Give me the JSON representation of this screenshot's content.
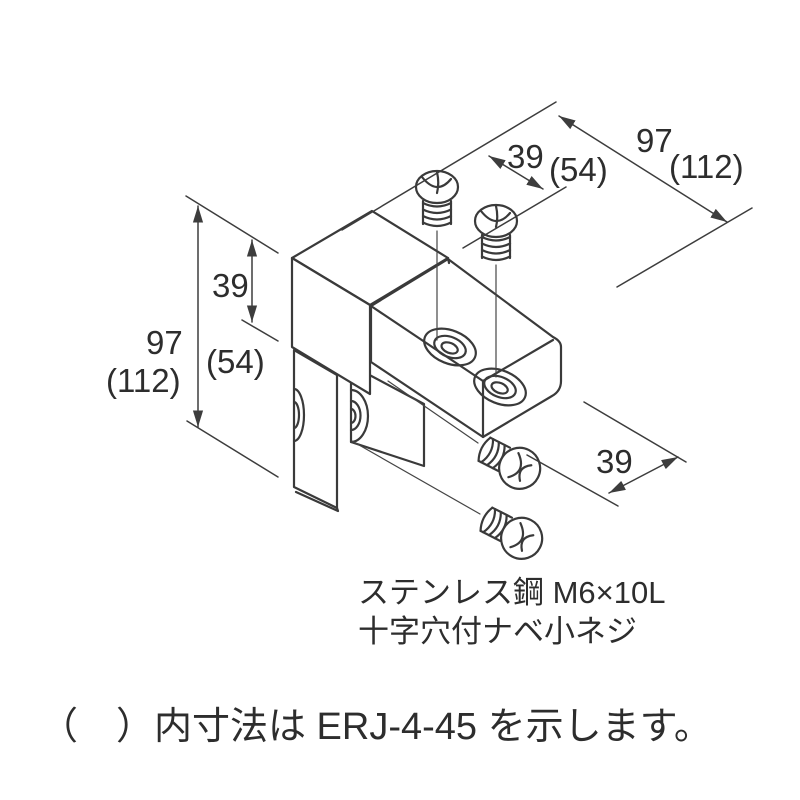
{
  "page": {
    "background": "#ffffff",
    "line_color": "#3a3a3a"
  },
  "drawing": {
    "dimensions": {
      "top_hole_pitch": "39",
      "top_hole_pitch_alt": "(54)",
      "top_length": "97",
      "top_length_alt": "(112)",
      "left_height": "39",
      "left_height_alt": "(54)",
      "left_total_height": "97",
      "left_total_height_alt": "(112)",
      "bottom_hole_pitch": "39"
    },
    "labels": {
      "screw_spec_line1": "ステンレス鋼 M6×10L",
      "screw_spec_line2": "十字穴付ナベ小ネジ"
    },
    "note": "（　）内寸法は ERJ-4-45 を示します。"
  }
}
